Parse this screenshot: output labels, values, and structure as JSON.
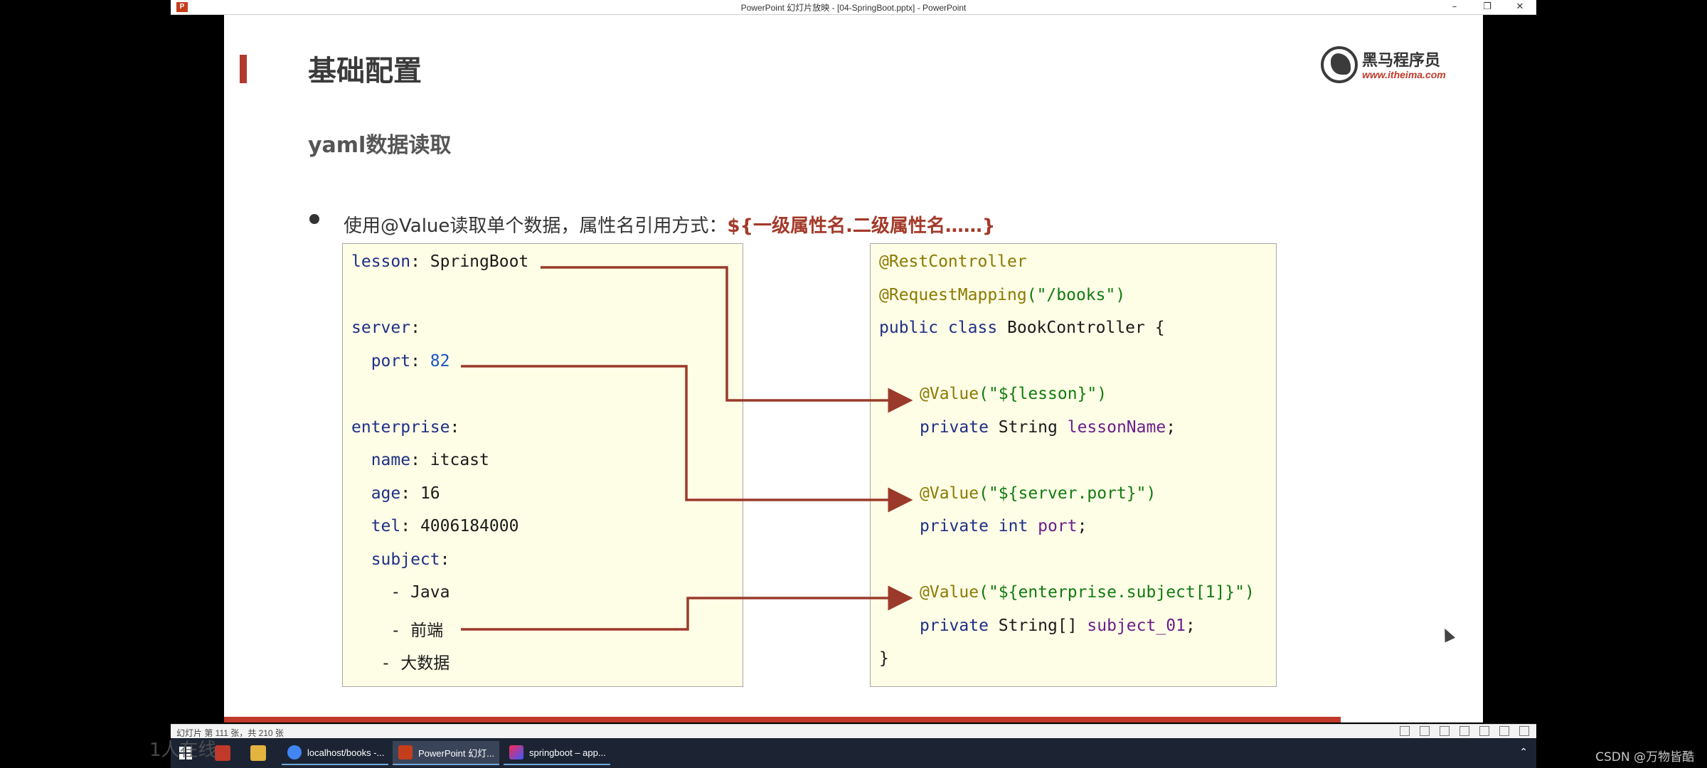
{
  "window": {
    "title": "PowerPoint 幻灯片放映 - [04-SpringBoot.pptx] - PowerPoint",
    "minimize": "–",
    "restore": "❐",
    "close": "✕"
  },
  "slide": {
    "watermark": "黑",
    "title": "基础配置",
    "logo_name": "黑马程序员",
    "logo_url": "www.itheima.com",
    "section_title": "yaml数据读取",
    "bullet_prefix": "使用@Value读取单个数据，属性名引用方式：",
    "bullet_highlight": "${一级属性名.二级属性名……}",
    "yaml_lines": [
      {
        "key": "lesson",
        "sep": ": ",
        "val": "SpringBoot",
        "num": ""
      },
      {
        "key": "server",
        "sep": ":",
        "val": "",
        "num": ""
      },
      {
        "key": "  port",
        "sep": ": ",
        "val": "",
        "num": "82"
      },
      {
        "key": "enterprise",
        "sep": ":",
        "val": "",
        "num": ""
      },
      {
        "key": "  name",
        "sep": ": ",
        "val": "itcast",
        "num": ""
      },
      {
        "key": "  age",
        "sep": ": ",
        "val": "16",
        "num": ""
      },
      {
        "key": "  tel",
        "sep": ": ",
        "val": "4006184000",
        "num": ""
      },
      {
        "key": "  subject",
        "sep": ":",
        "val": "",
        "num": ""
      },
      {
        "key": "",
        "sep": "",
        "val": "    - Java",
        "num": ""
      },
      {
        "key": "",
        "sep": "",
        "val": "    - 前端",
        "num": ""
      },
      {
        "key": "",
        "sep": "",
        "val": "   - 大数据",
        "num": ""
      }
    ],
    "java": {
      "ann1": "@RestController",
      "ann2": "@RequestMapping",
      "ann2_arg": "(\"/books\")",
      "class_kw": "public class",
      "class_name": " BookController {",
      "v1_ann": "@Value",
      "v1_arg": "(\"${lesson}\")",
      "f1_kw": "private",
      "f1_type": " String ",
      "f1_name": "lessonName",
      "f1_end": ";",
      "v2_ann": "@Value",
      "v2_arg": "(\"${server.port}\")",
      "f2_kw": "private int",
      "f2_name": " port",
      "f2_end": ";",
      "v3_ann": "@Value",
      "v3_arg": "(\"${enterprise.subject[1]}\")",
      "f3_kw": "private",
      "f3_type": " String[] ",
      "f3_name": "subject_01",
      "f3_end": ";",
      "close": "}"
    },
    "arrow_color": "#9b3a2a"
  },
  "statusbar": {
    "slide_count": "幻灯片 第 111 张，共 210 张"
  },
  "taskbar": {
    "tasks": [
      {
        "label": "localhost/books -..."
      },
      {
        "label": "PowerPoint 幻灯..."
      },
      {
        "label": "springboot – app..."
      }
    ],
    "overlay": "1人在线",
    "credit": "CSDN @万物皆酷"
  }
}
